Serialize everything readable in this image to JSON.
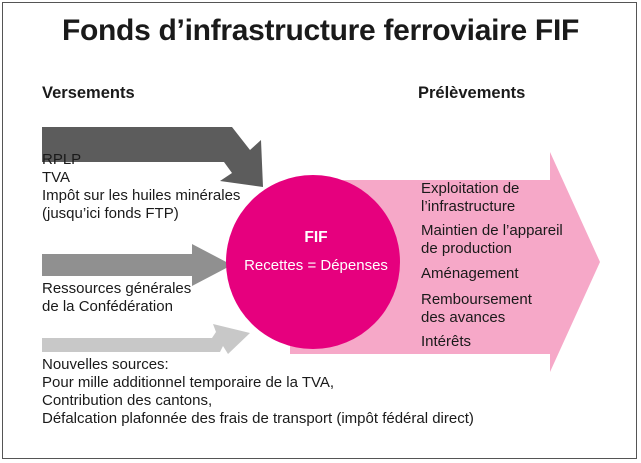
{
  "title": "Fonds d’infrastructure ferroviaire FIF",
  "versements_heading": "Versements",
  "prelevements_heading": "Prélèvements",
  "center": {
    "label": "FIF",
    "subtitle": "Recettes = Dépenses"
  },
  "sources": {
    "group1": [
      "RPLP",
      "TVA",
      "Impôt sur les huiles minérales",
      "(jusqu’ici fonds FTP)"
    ],
    "group2": [
      "Ressources générales",
      "de la Confédération"
    ],
    "group3": [
      "Nouvelles sources:",
      "Pour mille additionnel temporaire de la TVA,",
      "Contribution des cantons,",
      "Défalcation plafonnée des frais de transport (impôt fédéral direct)"
    ]
  },
  "uses": [
    [
      "Exploitation de",
      "l’infrastructure"
    ],
    [
      "Maintien de l’appareil",
      "de production"
    ],
    [
      "Aménagement"
    ],
    [
      "Remboursement",
      "des avances"
    ],
    [
      "Intérêts"
    ]
  ],
  "colors": {
    "circle": "#e6007e",
    "big_arrow": "#f6a8c8",
    "arrow1": "#5c5c5c",
    "arrow2": "#909090",
    "arrow3": "#c8c8c8"
  }
}
